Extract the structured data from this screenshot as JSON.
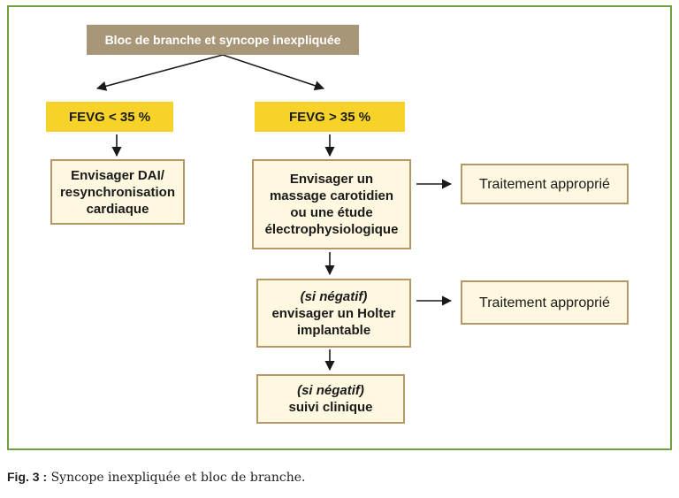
{
  "title": "Bloc de branche et syncope inexpliquée",
  "left_condition": "FEVG < 35 %",
  "right_condition": "FEVG > 35 %",
  "left_action": {
    "line1": "Envisager DAI/",
    "line2": "resynchronisation",
    "line3": "cardiaque"
  },
  "right_action": {
    "line1": "Envisager un",
    "line2": "massage carotidien",
    "line3": "ou une étude",
    "line4": "électrophysiologique"
  },
  "treatment_1": "Traitement approprié",
  "holter": {
    "qualifier": "(si négatif)",
    "line1": "envisager un Holter",
    "line2": "implantable"
  },
  "treatment_2": "Traitement approprié",
  "followup": {
    "qualifier": "(si négatif)",
    "line1": "suivi clinique"
  },
  "caption": {
    "label": "Fig. 3 :",
    "text": " Syncope inexpliquée et bloc de branche."
  },
  "colors": {
    "frame": "#6fa23c",
    "title_bg": "#a89678",
    "condition_bg": "#f7d229",
    "box_bg": "#fdf8df",
    "box_border": "#b79766"
  }
}
